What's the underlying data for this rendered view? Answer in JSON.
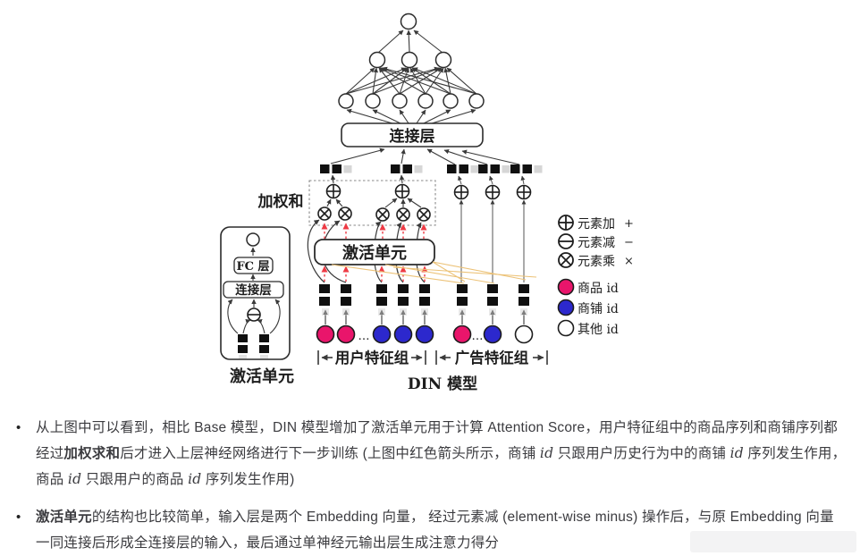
{
  "figure": {
    "labels": {
      "weighted_sum": "加权和",
      "concat_layer": "连接层",
      "activation_unit": "激活单元",
      "fc_layer": "FC 层",
      "small_concat_layer": "连接层",
      "activation_unit_caption": "激活单元",
      "user_group": "用户特征组",
      "ad_group": "广告特征组",
      "model_caption": "DIN 模型",
      "ellipsis_user": "…",
      "ellipsis_ad": "…"
    },
    "legend": {
      "ops": [
        {
          "label": "元素加",
          "op": "+"
        },
        {
          "label": "元素减",
          "op": "−"
        },
        {
          "label": "元素乘",
          "op": "×"
        }
      ],
      "ids": [
        {
          "label": "商品 id",
          "color": "#e9156b"
        },
        {
          "label": "商铺 id",
          "color": "#2c28cd"
        },
        {
          "label": "其他 id",
          "color": "#ffffff"
        }
      ]
    },
    "colors": {
      "red_annotation": "#ee3a44",
      "orange_annotation": "#ecc277",
      "item_pink": "#e9156b",
      "shop_blue": "#2c28cd"
    }
  },
  "notes": {
    "bullet_glyph": "•",
    "bullets": [
      {
        "segments": [
          {
            "text": "从上图中可以看到，相比 Base 模型，DIN 模型增加了激活单元用于计算 Attention Score，用户特征组中的商品序列和商铺序列都经过"
          },
          {
            "text": "加权求和",
            "bold": true
          },
          {
            "text": "后才进入上层神经网络进行下一步训练 (上图中红色箭头所示，商铺 "
          },
          {
            "text": "id",
            "italic": true
          },
          {
            "text": " 只跟用户历史行为中的商铺 "
          },
          {
            "text": "id",
            "italic": true
          },
          {
            "text": " 序列发生作用，商品 "
          },
          {
            "text": "id",
            "italic": true
          },
          {
            "text": " 只跟用户的商品 "
          },
          {
            "text": "id",
            "italic": true
          },
          {
            "text": " 序列发生作用)"
          }
        ]
      },
      {
        "segments": [
          {
            "text": "激活单元",
            "bold": true
          },
          {
            "text": "的结构也比较简单，输入层是两个 Embedding 向量， 经过元素减 (element-wise minus) 操作后，与原 Embedding 向量一同连接后形成全连接层的输入，最后通过单神经元输出层生成注意力得分"
          }
        ]
      }
    ]
  }
}
